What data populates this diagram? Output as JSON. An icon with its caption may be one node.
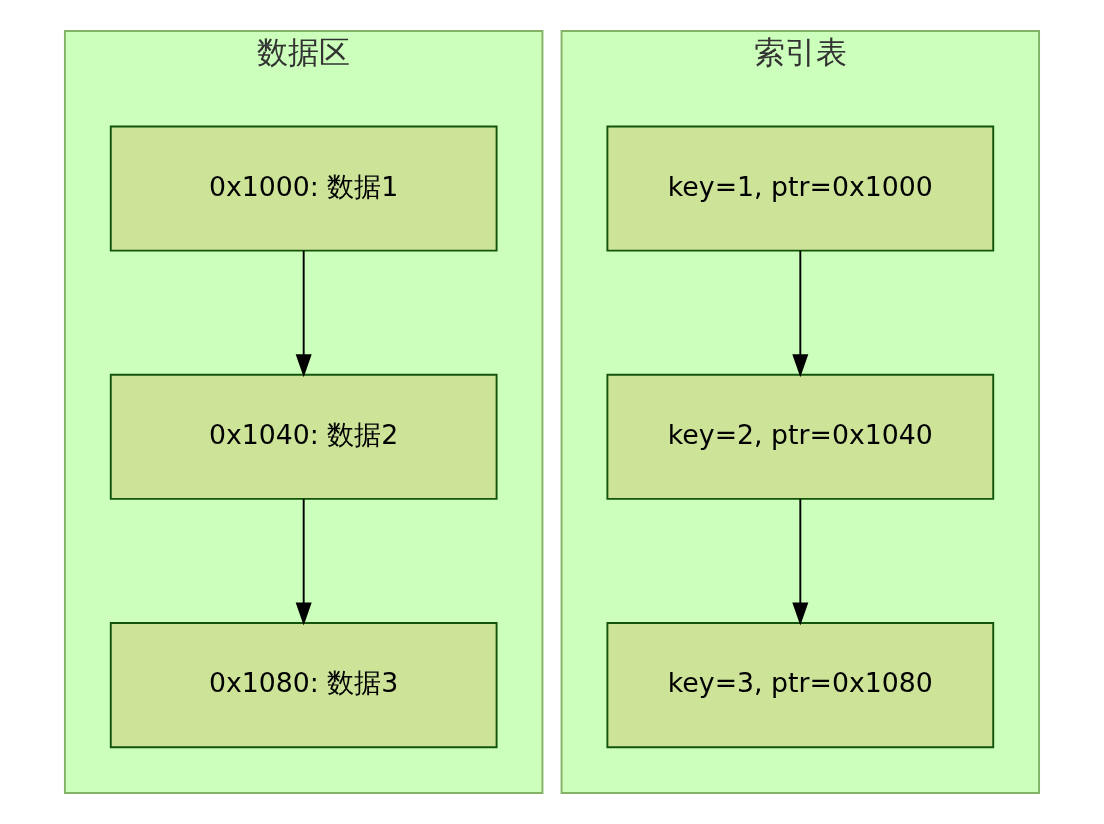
{
  "diagram": {
    "nodes": [
      {
        "text": [
          "数据区"
        ]
      },
      {
        "text": [
          "0x1000: 数据1"
        ],
        "in": 0
      },
      {
        "text": [
          "0x1040: 数据2"
        ],
        "in": 0
      },
      {
        "text": [
          "0x1080: 数据3"
        ],
        "in": 0
      },
      {
        "text": [
          "索引表"
        ]
      },
      {
        "text": [
          "key=1, ptr=0x1000"
        ],
        "in": 4
      },
      {
        "text": [
          "key=2, ptr=0x1040"
        ],
        "in": 4
      },
      {
        "text": [
          "key=3, ptr=0x1080"
        ],
        "in": 4
      }
    ],
    "edges": [
      {
        "from": 1,
        "to": 2,
        "arrow": "to"
      },
      {
        "from": 2,
        "to": 3,
        "arrow": "to"
      },
      {
        "from": 5,
        "to": 6,
        "arrow": "to"
      },
      {
        "from": 6,
        "to": 7,
        "arrow": "to"
      }
    ]
  }
}
